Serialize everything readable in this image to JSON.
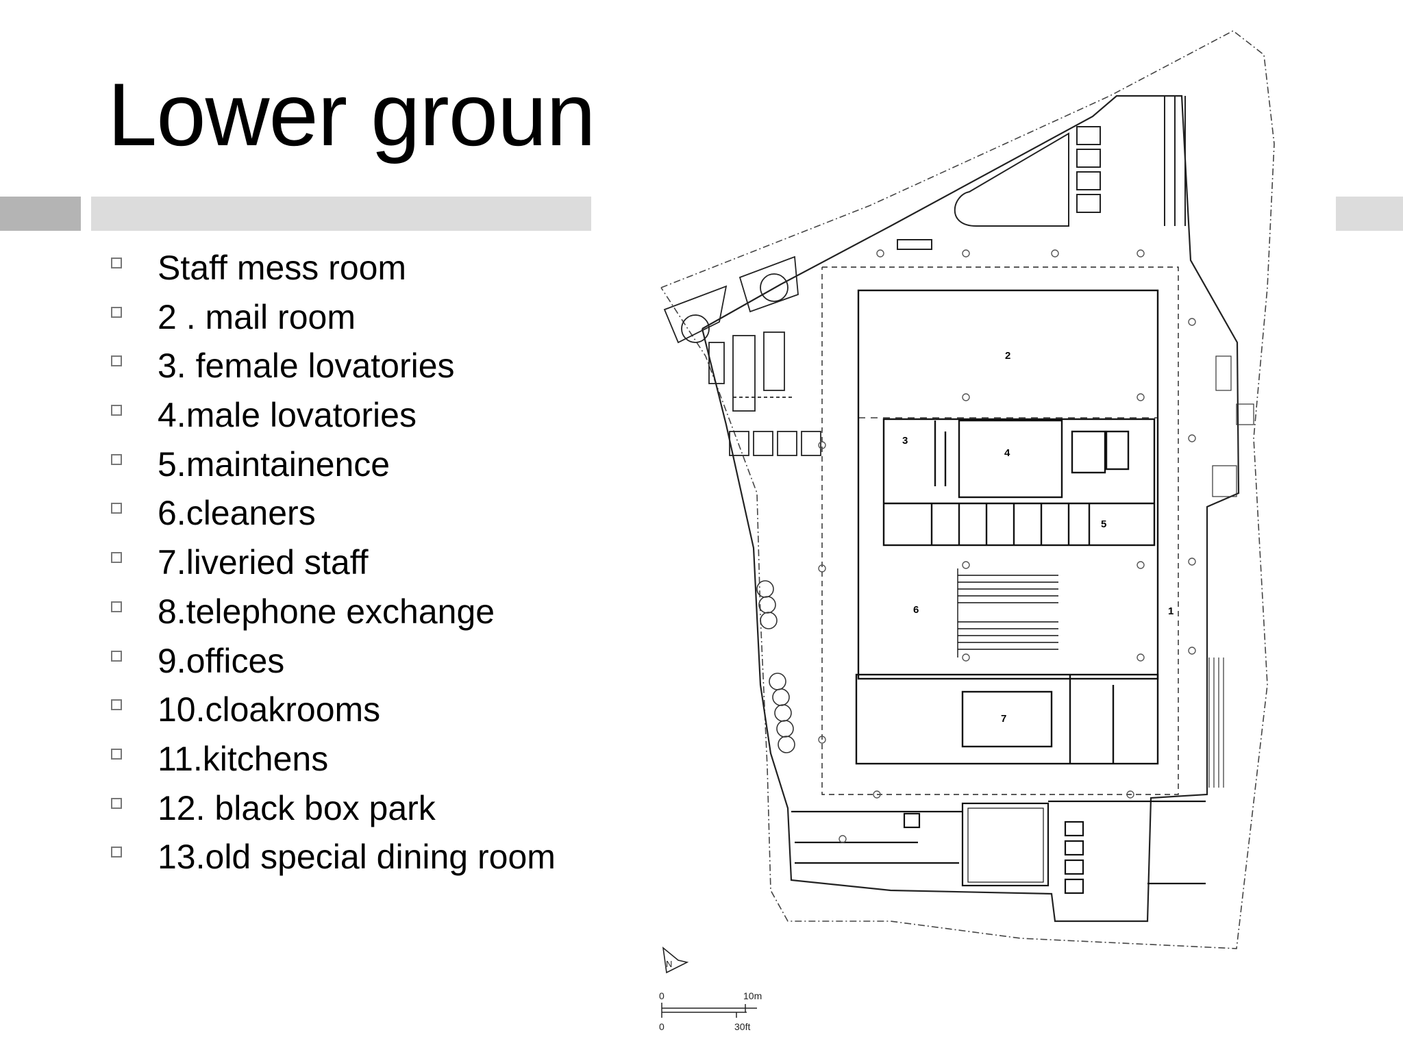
{
  "slide": {
    "title": "Lower ground"
  },
  "bullets": [
    "Staff mess room",
    "2 . mail room",
    "3. female lovatories",
    "4.male lovatories",
    "5.maintainence",
    "6.cleaners",
    "7.liveried staff",
    "8.telephone exchange",
    "9.offices",
    "10.cloakrooms",
    "11.kitchens",
    "12. black box park",
    "13.old special dining room"
  ],
  "plan": {
    "room_labels": [
      "1",
      "2",
      "3",
      "4",
      "5",
      "6",
      "7"
    ],
    "north_label": "N",
    "scale_bar": {
      "metric_start": "0",
      "metric_end": "10m",
      "imperial_start": "0",
      "imperial_end": "30ft"
    }
  }
}
